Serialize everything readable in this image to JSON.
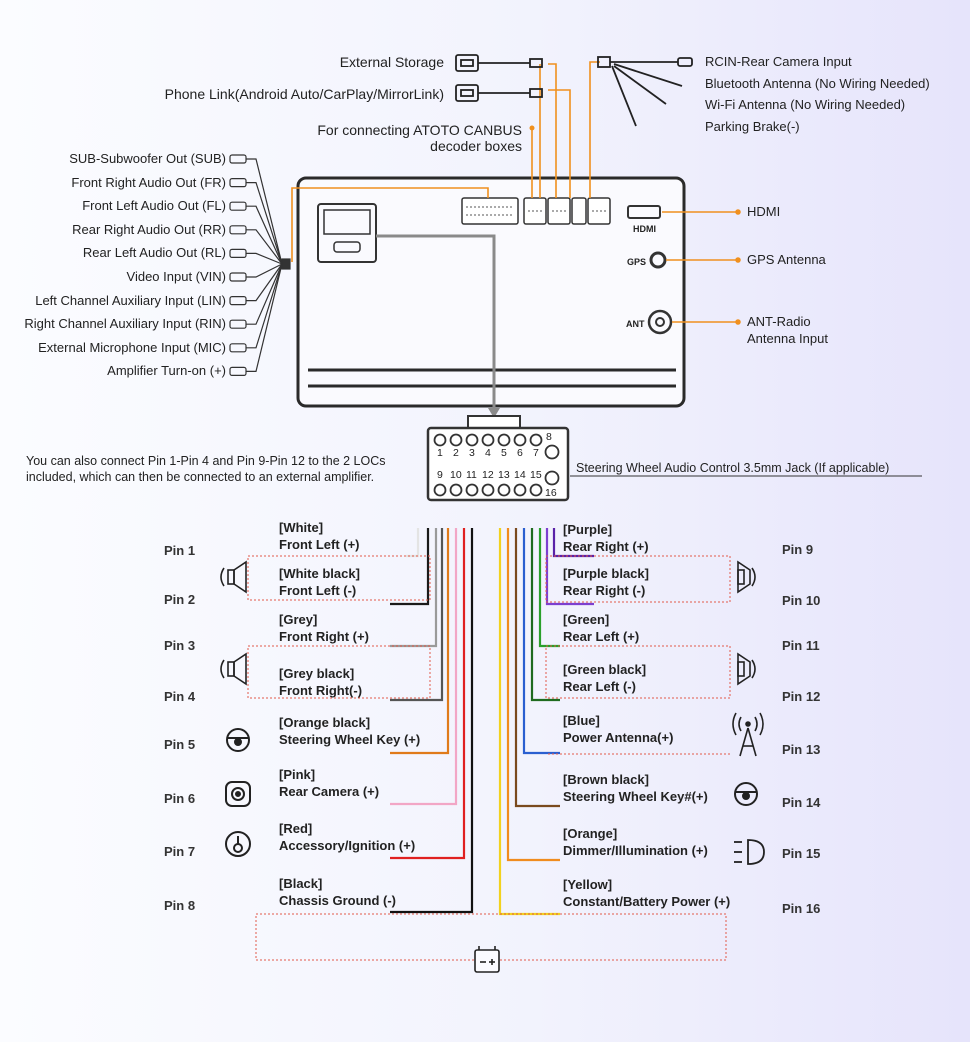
{
  "top": {
    "external_storage": "External Storage",
    "phone_link": "Phone Link(Android Auto/CarPlay/MirrorLink)",
    "canbus_line1": "For connecting ATOTO CANBUS",
    "canbus_line2": "decoder boxes",
    "rcin": "RCIN-Rear Camera Input",
    "bluetooth": "Bluetooth Antenna (No Wiring Needed)",
    "wifi": "Wi-Fi Antenna (No Wiring Needed)",
    "parking": "Parking Brake(-)"
  },
  "rca_outputs": [
    "SUB-Subwoofer Out (SUB)",
    "Front Right Audio Out (FR)",
    "Front Left Audio Out (FL)",
    "Rear Right Audio Out (RR)",
    "Rear Left Audio Out (RL)",
    "Video Input (VIN)",
    "Left Channel Auxiliary Input (LIN)",
    "Right Channel Auxiliary Input (RIN)",
    "External Microphone Input (MIC)",
    "Amplifier Turn-on (+)"
  ],
  "right_ports": {
    "hdmi_tag": "HDMI",
    "hdmi": "HDMI",
    "gps_tag": "GPS",
    "gps": "GPS Antenna",
    "ant_tag": "ANT",
    "ant_line1": "ANT-Radio",
    "ant_line2": "Antenna Input"
  },
  "note_line1": "You can also connect Pin 1-Pin 4 and Pin 9-Pin 12 to the 2 LOCs",
  "note_line2": "included, which can then be connected to an external amplifier.",
  "steering_jack": "Steering Wheel Audio Control 3.5mm Jack (If applicable)",
  "connector_pins": {
    "top_row": [
      "1",
      "2",
      "3",
      "4",
      "5",
      "6",
      "7"
    ],
    "top_end": "8",
    "bottom_row": [
      "9",
      "10",
      "11",
      "12",
      "13",
      "14",
      "15"
    ],
    "bottom_end": "16"
  },
  "left_pins": [
    {
      "pin": "Pin 1",
      "color_name": "[White]",
      "function": "Front Left (+)",
      "wire": "#e4e4e4"
    },
    {
      "pin": "Pin 2",
      "color_name": "[White black]",
      "function": "Front Left (-)",
      "wire": "#1a1a1a"
    },
    {
      "pin": "Pin 3",
      "color_name": "[Grey]",
      "function": "Front Right (+)",
      "wire": "#9a9a9a"
    },
    {
      "pin": "Pin 4",
      "color_name": "[Grey black]",
      "function": "Front Right(-)",
      "wire": "#555555"
    },
    {
      "pin": "Pin 5",
      "color_name": "[Orange black]",
      "function": "Steering Wheel Key (+)",
      "wire": "#e07a1a"
    },
    {
      "pin": "Pin 6",
      "color_name": "[Pink]",
      "function": "Rear Camera (+)",
      "wire": "#f2a6c6"
    },
    {
      "pin": "Pin 7",
      "color_name": "[Red]",
      "function": "Accessory/Ignition (+)",
      "wire": "#e02020"
    },
    {
      "pin": "Pin 8",
      "color_name": "[Black]",
      "function": "Chassis Ground (-)",
      "wire": "#111111"
    }
  ],
  "right_pins": [
    {
      "pin": "Pin 9",
      "color_name": "[Purple]",
      "function": "Rear Right (+)",
      "wire": "#5a22a8"
    },
    {
      "pin": "Pin 10",
      "color_name": "[Purple black]",
      "function": "Rear Right (-)",
      "wire": "#7d3fd0"
    },
    {
      "pin": "Pin 11",
      "color_name": "[Green]",
      "function": "Rear Left (+)",
      "wire": "#2aa02a"
    },
    {
      "pin": "Pin 12",
      "color_name": "[Green black]",
      "function": "Rear Left (-)",
      "wire": "#1f6b1f"
    },
    {
      "pin": "Pin 13",
      "color_name": "[Blue]",
      "function": "Power Antenna(+)",
      "wire": "#2a5fd0"
    },
    {
      "pin": "Pin 14",
      "color_name": "[Brown black]",
      "function": "Steering Wheel Key#(+)",
      "wire": "#7a4a1e"
    },
    {
      "pin": "Pin 15",
      "color_name": "[Orange]",
      "function": "Dimmer/Illumination (+)",
      "wire": "#f08c1e"
    },
    {
      "pin": "Pin 16",
      "color_name": "[Yellow]",
      "function": "Constant/Battery Power (+)",
      "wire": "#f2d21e"
    }
  ],
  "accent": "#f0901e"
}
